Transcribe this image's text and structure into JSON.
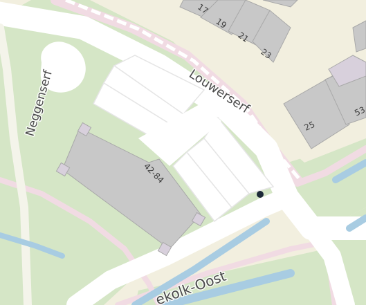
{
  "map": {
    "colors": {
      "background": "#f2efdf",
      "green": "#d5e6c6",
      "road": "#ffffff",
      "footpath": "#f1dbe3",
      "building": "#c8c8c8",
      "building_stroke": "#a8a8a8",
      "water": "#a8cce2",
      "marker": "#1d2a38"
    },
    "streets": {
      "louwerserf": "Louwerserf",
      "neggenserf": "Neggenserf",
      "kolk_oost": "ekolk-Oost"
    },
    "house_numbers": [
      "17",
      "19",
      "21",
      "23",
      "25",
      "53",
      "42-84"
    ],
    "marker": {
      "icon": "location-dot-icon"
    }
  }
}
